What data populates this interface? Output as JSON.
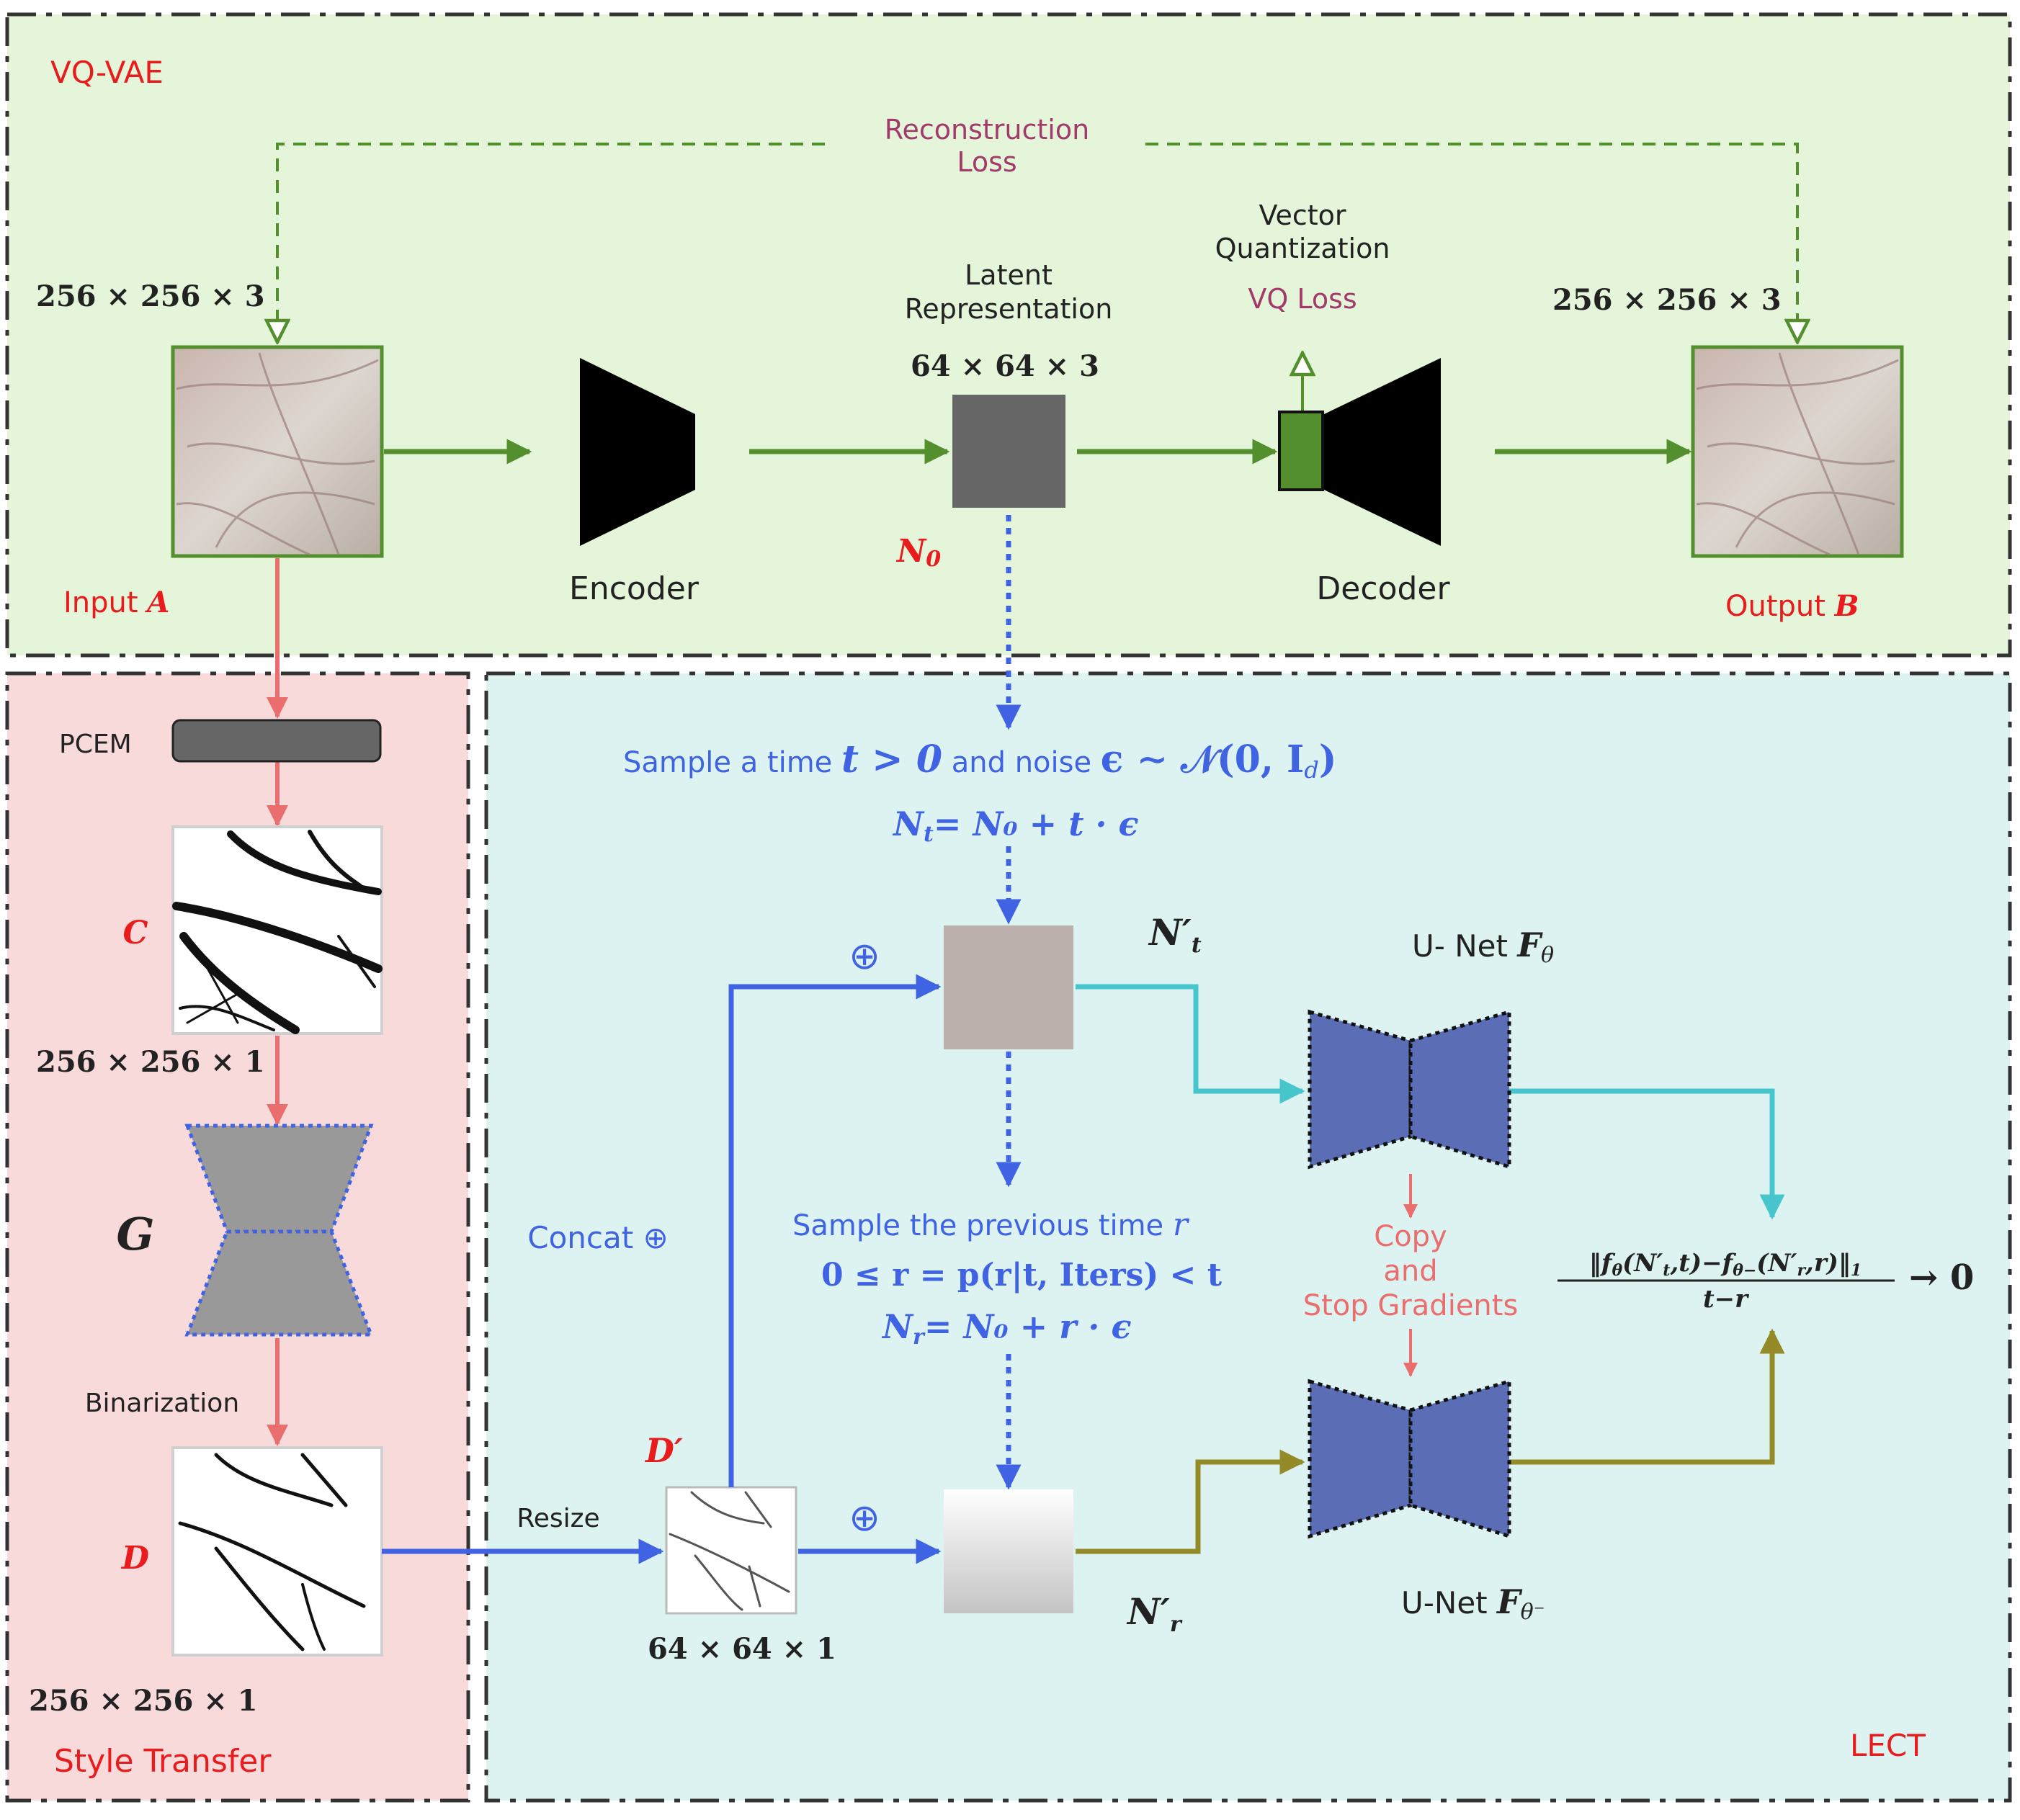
{
  "panels": {
    "vqvae": {
      "title": "VQ-VAE"
    },
    "style": {
      "title": "Style Transfer"
    },
    "lect": {
      "title": "LECT"
    }
  },
  "vqvae": {
    "recon_loss_line1": "Reconstruction",
    "recon_loss_line2": "Loss",
    "input_dims": "256 × 256 × 3",
    "output_dims": "256 × 256 × 3",
    "input_label": "Input",
    "input_var": "A",
    "output_label": "Output",
    "output_var": "B",
    "encoder_label": "Encoder",
    "decoder_label": "Decoder",
    "latent_line1": "Latent",
    "latent_line2": "Representation",
    "latent_dims": "64 × 64 × 3",
    "n0": "N",
    "n0_sub": "0",
    "vq_line1": "Vector",
    "vq_line2": "Quantization",
    "vq_loss": "VQ Loss"
  },
  "style": {
    "pcem": "PCEM",
    "c_label": "C",
    "c_dims": "256 × 256 × 1",
    "g_label": "G",
    "binarization": "Binarization",
    "d_label": "D",
    "d_dims": "256 × 256 × 1"
  },
  "lect": {
    "sample_t_a": "Sample a  time",
    "sample_t_b": "t > 0",
    "sample_t_c": "and  noise",
    "sample_t_d": "ϵ ∼ 𝒩(0, I",
    "sample_t_e": "d",
    "sample_t_f": ")",
    "nt_eq": "N",
    "nt_sub": "t",
    "nt_rhs": "= N₀ + t · ϵ",
    "sample_r_a": "Sample the  previous time",
    "sample_r_b": "r",
    "r_cond": "0 ≤ r = p(r|t, Iters) < t",
    "nr_eq": "N",
    "nr_sub": "r",
    "nr_rhs": "= N₀ + r · ϵ",
    "ntp": "N′",
    "ntp_sub": "t",
    "nrp": "N′",
    "nrp_sub": "r",
    "unet_top": "U- Net",
    "unet_top_sym": "F",
    "unet_top_sub": "θ",
    "unet_bot": "U-Net",
    "unet_bot_sym": "F",
    "unet_bot_sub": "θ⁻",
    "copy1": "Copy",
    "copy2": "and",
    "copy3": "Stop Gradients",
    "concat": "Concat ⊕",
    "plus_top": "⊕",
    "plus_bot": "⊕",
    "resize": "Resize",
    "dprime": "D′",
    "dprime_dims": "64 × 64 × 1",
    "loss_num": "‖f",
    "loss_num_sub": "θ",
    "loss_num_b": "(N′",
    "loss_num_sub2": "t",
    "loss_num_c": ",t)−f",
    "loss_num_sub3": "θ−",
    "loss_num_d": "(N′",
    "loss_num_sub4": "r",
    "loss_num_e": ",r)‖",
    "loss_num_sub5": "1",
    "loss_den": "t−r",
    "loss_limit": "→ 0"
  },
  "colors": {
    "vqvae_bg": "#e4f5da",
    "style_bg": "#f9dada",
    "lect_bg": "#dcf3f1",
    "green": "#548f2e",
    "salmon": "#ea6e6e",
    "blue": "#3f63e2",
    "cyan": "#46c6cc",
    "olive": "#948a27",
    "unet": "#5b6db4",
    "label_red": "#e81c1c",
    "loss_purple": "#a23a6a"
  }
}
